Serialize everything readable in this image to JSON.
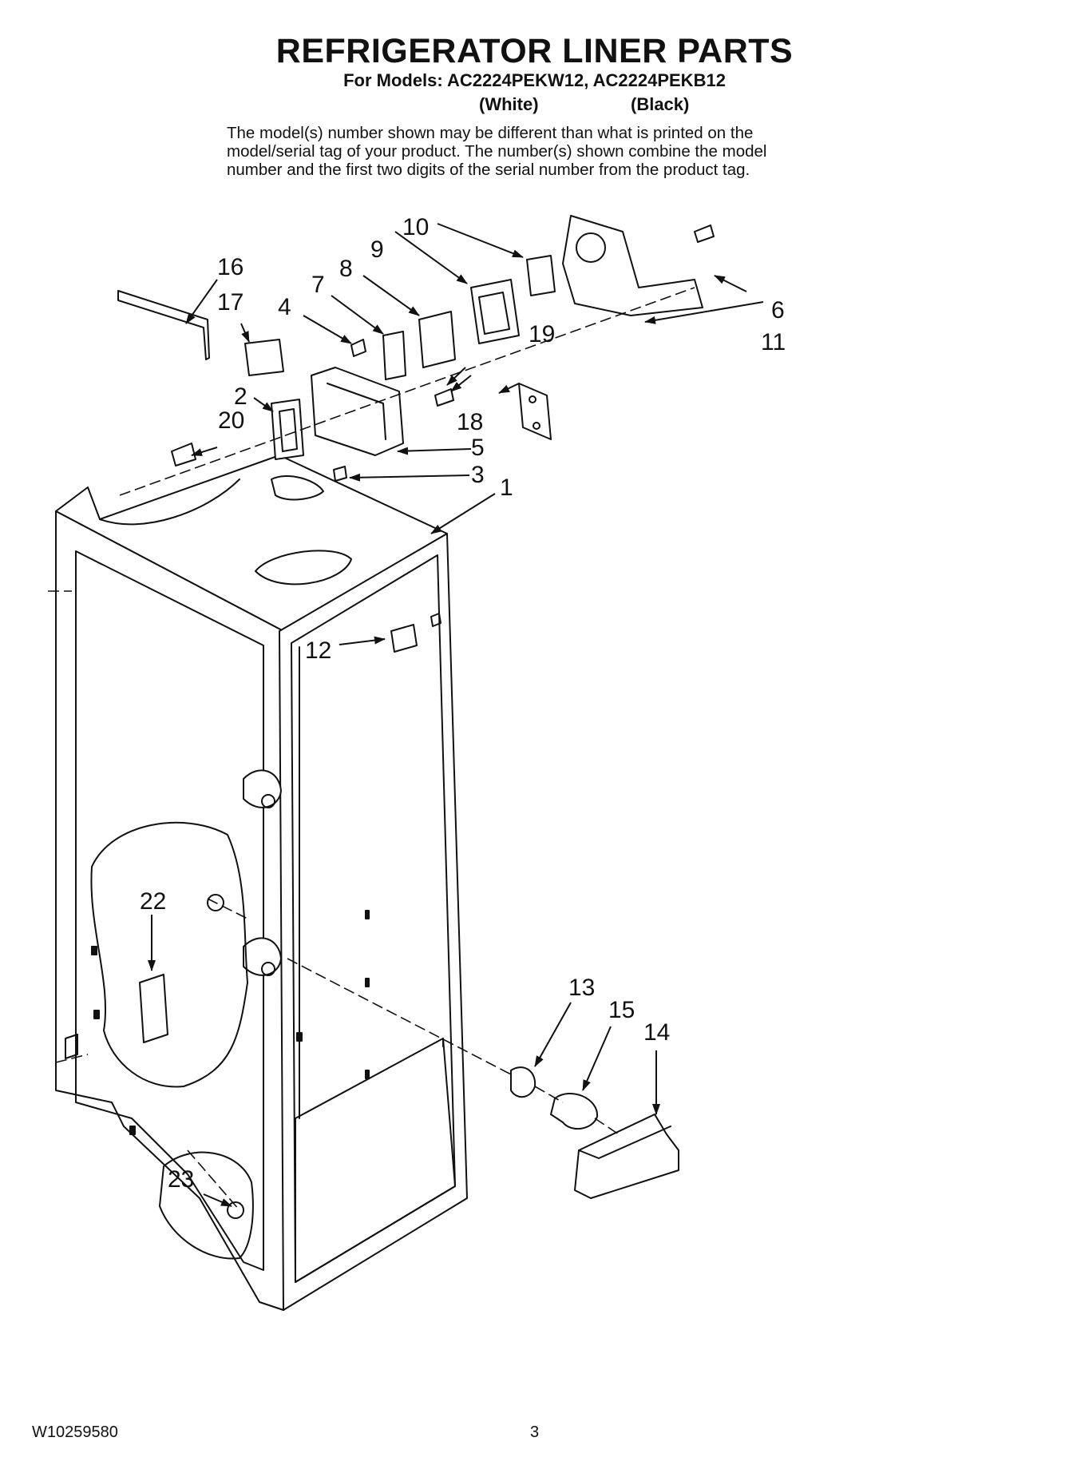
{
  "header": {
    "title": "REFRIGERATOR LINER PARTS",
    "models_line": "For Models: AC2224PEKW12, AC2224PEKB12",
    "color_white": "(White)",
    "color_black": "(Black)"
  },
  "notice": {
    "lines": [
      "The model(s) number shown may be different than what is printed on the",
      "model/serial tag of your product. The number(s) shown combine the model",
      "number and the first two digits of the serial number from the product tag."
    ]
  },
  "callouts": {
    "c1": "1",
    "c2": "2",
    "c3": "3",
    "c4": "4",
    "c5": "5",
    "c6": "6",
    "c7": "7",
    "c8": "8",
    "c9": "9",
    "c10": "10",
    "c11": "11",
    "c12": "12",
    "c13": "13",
    "c14": "14",
    "c15": "15",
    "c16": "16",
    "c17": "17",
    "c18": "18",
    "c19": "19",
    "c20": "20",
    "c22": "22",
    "c23": "23"
  },
  "footer": {
    "doc_number": "W10259580",
    "page_number": "3"
  }
}
